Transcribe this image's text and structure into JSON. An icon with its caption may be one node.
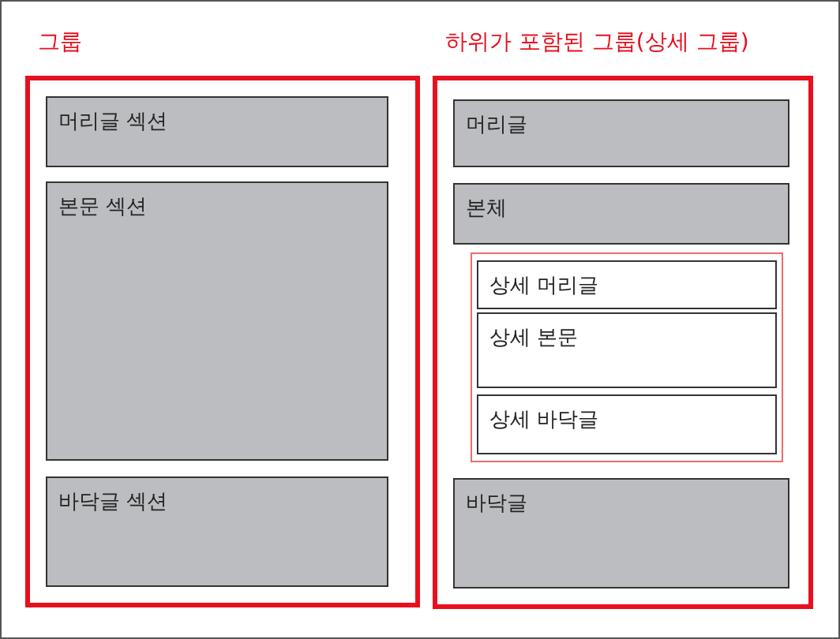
{
  "diagram": {
    "nodes": [
      {
        "text": [
          "그룹"
        ]
      },
      {
        "text": [
          "머리글 섹션"
        ],
        "in": 0
      },
      {
        "text": [
          "본문 섹션"
        ],
        "in": 0
      },
      {
        "text": [
          "바닥글 섹션"
        ],
        "in": 0
      },
      {
        "text": [
          "하위가 포함된 그룹(상세 그룹)"
        ]
      },
      {
        "text": [
          "머리글"
        ],
        "in": 4
      },
      {
        "text": [
          "본체"
        ],
        "in": 4
      },
      {
        "text": [],
        "shape": "box",
        "in": 4
      },
      {
        "text": [
          "상세 머리글"
        ],
        "in": 7
      },
      {
        "text": [
          "상세 본문"
        ],
        "in": 7
      },
      {
        "text": [
          "상세 바닥글"
        ],
        "in": 7
      },
      {
        "text": [
          "바닥글"
        ],
        "in": 4
      }
    ],
    "edges": []
  }
}
